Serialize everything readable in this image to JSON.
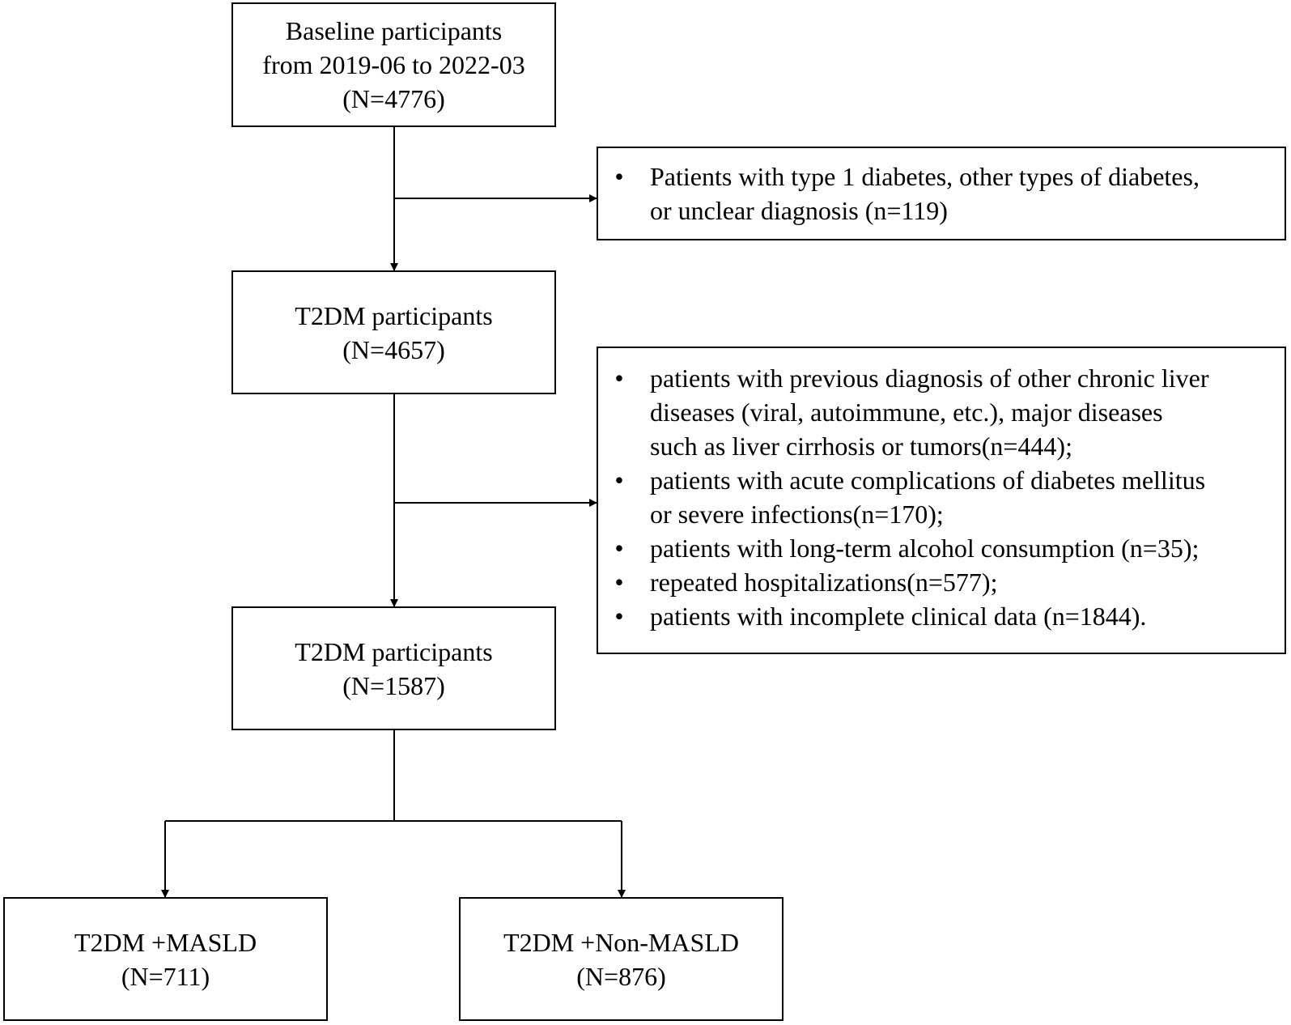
{
  "diagram": {
    "boxes": {
      "baseline": {
        "lines": [
          "Baseline participants",
          "from 2019-06 to 2022-03",
          "(N=4776)"
        ]
      },
      "t2dm_4657": {
        "lines": [
          "T2DM participants",
          "(N=4657)"
        ]
      },
      "t2dm_1587": {
        "lines": [
          "T2DM participants",
          "(N=1587)"
        ]
      },
      "masld": {
        "lines": [
          "T2DM +MASLD",
          "(N=711)"
        ]
      },
      "non_masld": {
        "lines": [
          "T2DM +Non-MASLD",
          "(N=876)"
        ]
      }
    },
    "exclusion_1": {
      "bullet": "•",
      "items": [
        {
          "lines": [
            "Patients with type 1 diabetes, other types of diabetes,",
            "or unclear diagnosis (n=119)"
          ]
        }
      ]
    },
    "exclusion_2": {
      "bullet": "•",
      "items": [
        {
          "lines": [
            "patients with previous diagnosis of other chronic liver",
            "diseases (viral, autoimmune, etc.), major diseases",
            "such as liver cirrhosis or tumors(n=444);"
          ]
        },
        {
          "lines": [
            "patients with acute complications of diabetes mellitus",
            "or severe infections(n=170);"
          ]
        },
        {
          "lines": [
            "patients with long-term alcohol consumption (n=35);"
          ]
        },
        {
          "lines": [
            "repeated hospitalizations(n=577);"
          ]
        },
        {
          "lines": [
            "patients with incomplete clinical data (n=1844)."
          ]
        }
      ]
    }
  }
}
